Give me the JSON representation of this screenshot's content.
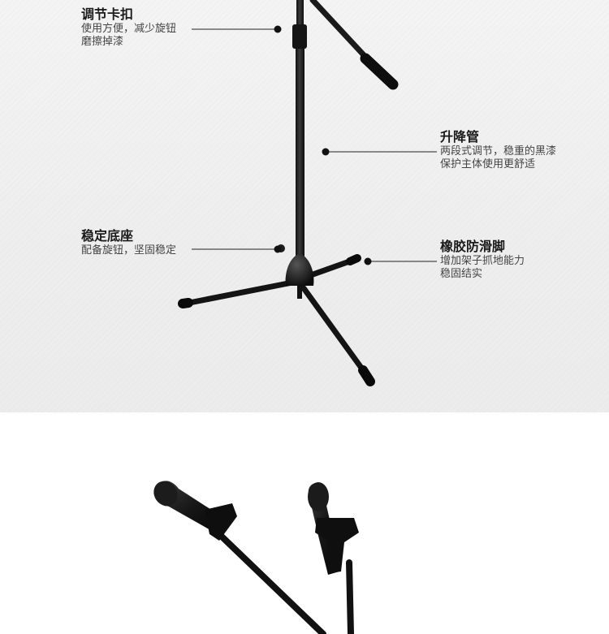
{
  "callouts": {
    "adjust_clip": {
      "title": "调节卡扣",
      "desc_lines": [
        "使用方便，减少旋钮",
        "磨擦掉漆"
      ]
    },
    "lift_tube": {
      "title": "升降管",
      "desc_lines": [
        "两段式调节，稳重的黑漆",
        "保护主体使用更舒适"
      ]
    },
    "stable_base": {
      "title": "稳定底座",
      "desc_lines": [
        "配备旋钮，坚固稳定"
      ]
    },
    "rubber_feet": {
      "title": "橡胶防滑脚",
      "desc_lines": [
        "增加架子抓地能力",
        "稳固结实"
      ]
    }
  }
}
